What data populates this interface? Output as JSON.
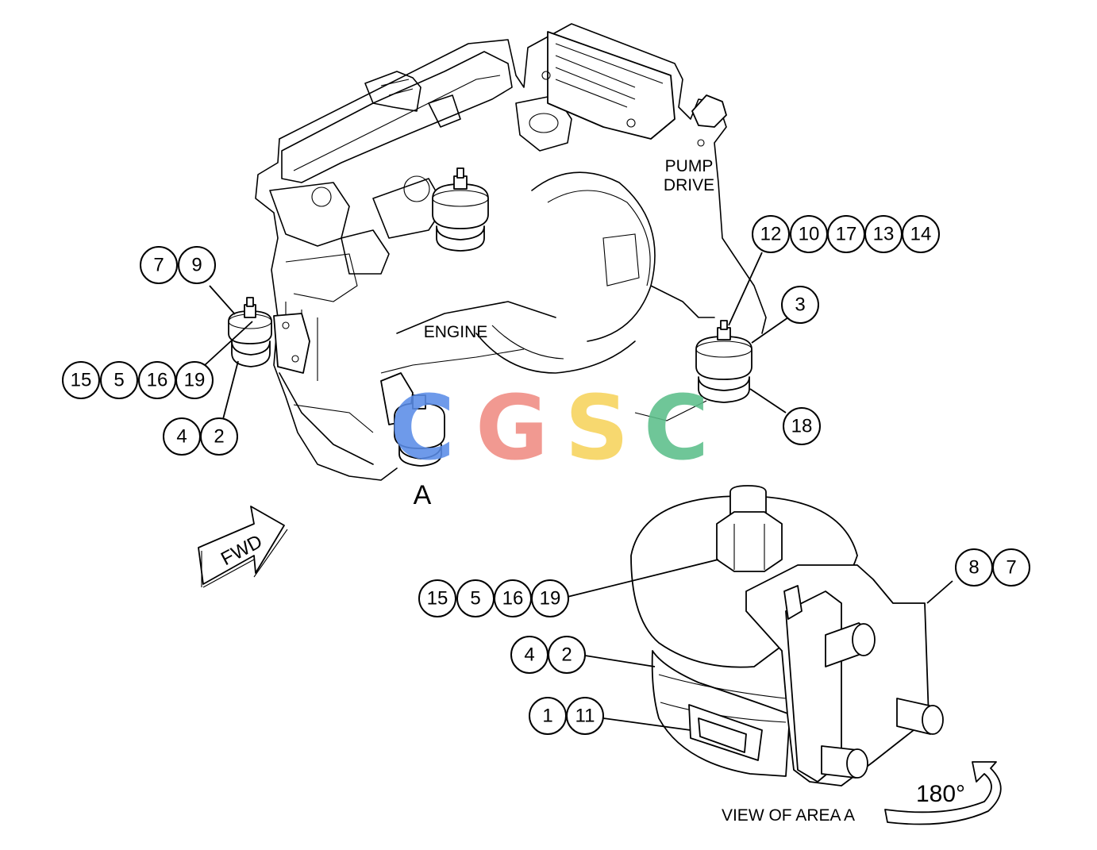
{
  "labels": {
    "engine": "ENGINE",
    "pump_drive_line1": "PUMP",
    "pump_drive_line2": "DRIVE",
    "area_marker": "A",
    "fwd": "FWD",
    "view_caption": "VIEW OF AREA A",
    "rotation": "180°"
  },
  "callouts": {
    "left_top": [
      "7",
      "9"
    ],
    "left_middle": [
      "15",
      "5",
      "16",
      "19"
    ],
    "left_bottom": [
      "4",
      "2"
    ],
    "right_top": [
      "12",
      "10",
      "17",
      "13",
      "14"
    ],
    "right_3": [
      "3"
    ],
    "right_18": [
      "18"
    ],
    "detail_8_7": [
      "8",
      "7"
    ],
    "detail_15_5_16_19": [
      "15",
      "5",
      "16",
      "19"
    ],
    "detail_4_2": [
      "4",
      "2"
    ],
    "detail_1_11": [
      "1",
      "11"
    ]
  },
  "watermark": {
    "letters": [
      {
        "char": "C",
        "color": "#5b8de8"
      },
      {
        "char": "G",
        "color": "#f08c82"
      },
      {
        "char": "S",
        "color": "#f7d35c"
      },
      {
        "char": "C",
        "color": "#5cbf8a"
      }
    ]
  }
}
